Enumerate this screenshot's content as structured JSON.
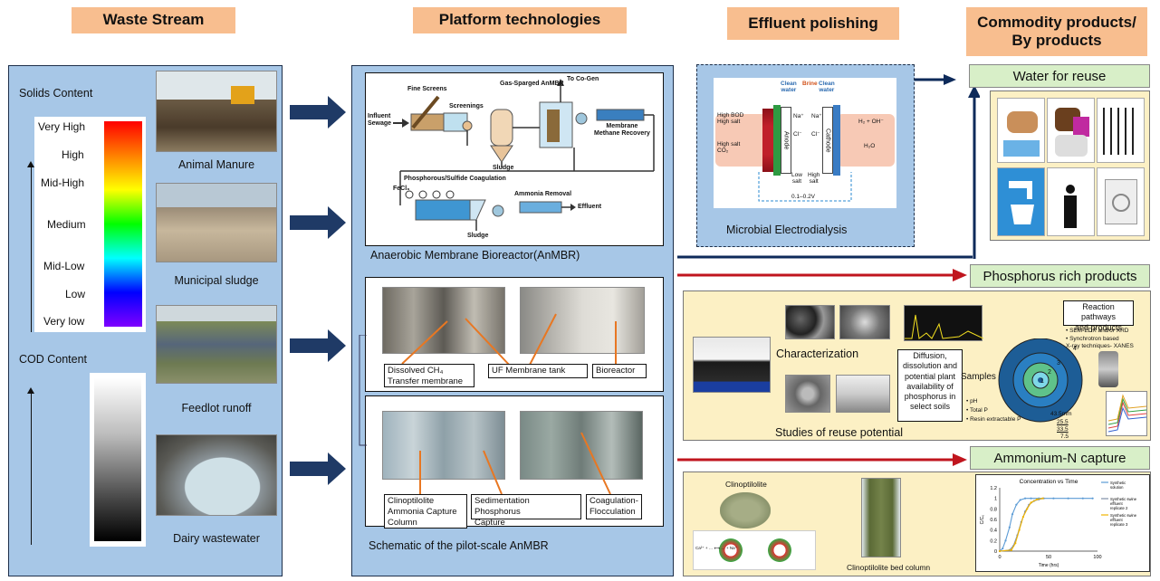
{
  "headers": {
    "waste_stream": "Waste Stream",
    "platform": "Platform technologies",
    "effluent": "Effluent polishing",
    "commodity": "Commodity products/\nBy products"
  },
  "waste": {
    "solids_title": "Solids Content",
    "solids_levels": [
      "Very High",
      "High",
      "Mid-High",
      "Medium",
      "Mid-Low",
      "Low",
      "Very low"
    ],
    "cod_title": "COD Content",
    "sources": [
      "Animal  Manure",
      "Municipal sludge",
      "Feedlot runoff",
      "Dairy wastewater"
    ]
  },
  "anmbr": {
    "caption": "Anaerobic Membrane Bioreactor(AnMBR)",
    "schematic": {
      "influent": "Influent\nSewage",
      "fine_screens": "Fine Screens",
      "screenings": "Screenings",
      "gas_sparged": "Gas-Sparged AnMBR",
      "to_cogen": "To Co-Gen",
      "membrane_methane": "Membrane\nMethane Recovery",
      "sludge1": "Sludge",
      "phos_coag": "Phosphorous/Sulfide Coagulation",
      "fecl": "FeCl₃",
      "ammonia_removal": "Ammonia Removal",
      "effluent": "Effluent",
      "sludge2": "Sludge"
    },
    "callouts": {
      "ch4": "Dissolved CH₄\nTransfer membrane",
      "uf": "UF Membrane tank",
      "bioreactor": "Bioreactor",
      "clino": "Clinoptilolite\nAmmonia Capture\nColumn",
      "sed": "Sedimentation Phosphorus\nCapture",
      "coag": "Coagulation-\nFlocculation"
    },
    "pilot_caption": "Schematic of the pilot-scale AnMBR"
  },
  "polishing": {
    "caption": "Microbial Electrodialysis",
    "diagram": {
      "clean_water_left": "Clean\nwater",
      "brine": "Brine",
      "clean_water_right": "Clean\nwater",
      "left_in": "High BOD\nHigh salt",
      "cl": "Cl⁻",
      "high_salt_co2": "High salt\nCO₂",
      "anode": "Anode",
      "cathode": "Cathode",
      "na": "Na⁺",
      "h2": "H₂ + OH⁻",
      "h2o": "H₂O",
      "low_salt": "Low\nsalt",
      "high_salt": "High\nsalt",
      "voltage": "0.1–0.2V"
    }
  },
  "products": {
    "water_reuse": "Water for  reuse",
    "phosphorus": "Phosphorus rich products",
    "ammonium": "Ammonium-N capture"
  },
  "phos_panel": {
    "characterization": "Characterization",
    "reuse_potential": "Studies of reuse potential",
    "diffusion": "Diffusion,\ndissolution and\npotential plant\navailability of\nphosphorus in\nselect soils",
    "reaction_title": "Reaction pathways\nand products",
    "reaction_items": [
      "SEM-EDX and/or XRD",
      "Synchrotron based\nX-ray techniques- XANES"
    ],
    "samples": "Samples",
    "sample_items": [
      "pH",
      "Total P",
      "Resin extractable P"
    ],
    "distances": [
      "43.5mm",
      "25.5",
      "33.5",
      "7.5"
    ],
    "rings": [
      "4",
      "3",
      "2",
      "1"
    ]
  },
  "ammonium_panel": {
    "clinoptilolite": "Clinoptilolite",
    "bed_column": "Clinoptilolite bed column",
    "mechanism": "Ca²⁺ + … ⟷ … + Na⁺"
  },
  "chart_data": {
    "type": "line",
    "title": "Concentration vs Time",
    "xlabel": "Time (hrs)",
    "ylabel": "C/C₀",
    "xlim": [
      0,
      100
    ],
    "ylim": [
      0,
      1.2
    ],
    "xticks": [
      0,
      50,
      100
    ],
    "yticks": [
      0,
      0.2,
      0.4,
      0.6,
      0.8,
      1,
      1.2
    ],
    "series": [
      {
        "name": "Synthetic solution",
        "color": "#5b9bd5",
        "x": [
          0,
          3,
          6,
          10,
          13,
          17,
          21,
          26,
          32,
          40,
          55,
          70,
          85,
          95
        ],
        "y": [
          0,
          0.05,
          0.2,
          0.45,
          0.7,
          0.88,
          0.97,
          1.0,
          1.0,
          1.0,
          1.0,
          1.0,
          1.0,
          1.0
        ]
      },
      {
        "name": "Synthetic swine effluent replicate 2",
        "color": "#7f8fa6",
        "x": [
          0,
          10,
          14,
          18,
          22,
          26,
          30,
          35,
          40,
          45
        ],
        "y": [
          0,
          0.02,
          0.1,
          0.3,
          0.55,
          0.75,
          0.88,
          0.95,
          0.98,
          1.0
        ]
      },
      {
        "name": "Synthetic swine effluent replicate 3",
        "color": "#f0b400",
        "x": [
          0,
          12,
          16,
          20,
          24,
          28,
          32,
          38,
          44
        ],
        "y": [
          0,
          0.02,
          0.15,
          0.4,
          0.65,
          0.8,
          0.92,
          0.98,
          1.0
        ]
      }
    ]
  }
}
